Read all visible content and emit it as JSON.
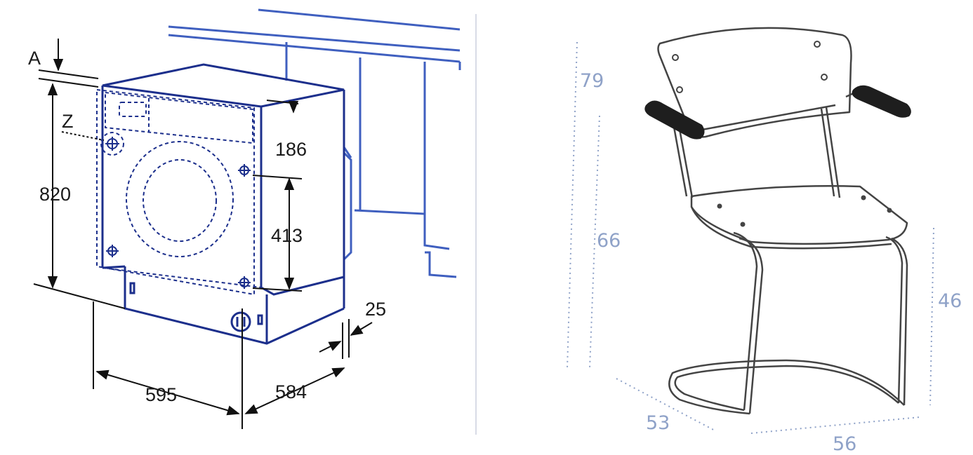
{
  "washer": {
    "labels": {
      "A": "A",
      "Z": "Z",
      "height": "820",
      "top_panel": "186",
      "mount_span": "413",
      "door_gap": "25",
      "width": "595",
      "depth": "584"
    },
    "colors": {
      "line": "#1c2f8c",
      "cabinet": "#3f5fbf",
      "text": "#1a1a1a"
    }
  },
  "chair": {
    "labels": {
      "total_height": "79",
      "armrest_height": "66",
      "seat_height": "46",
      "depth": "53",
      "width": "56"
    },
    "colors": {
      "dimension": "#8fa2c8",
      "outline": "#444444",
      "armrest": "#1e1e1e"
    }
  }
}
